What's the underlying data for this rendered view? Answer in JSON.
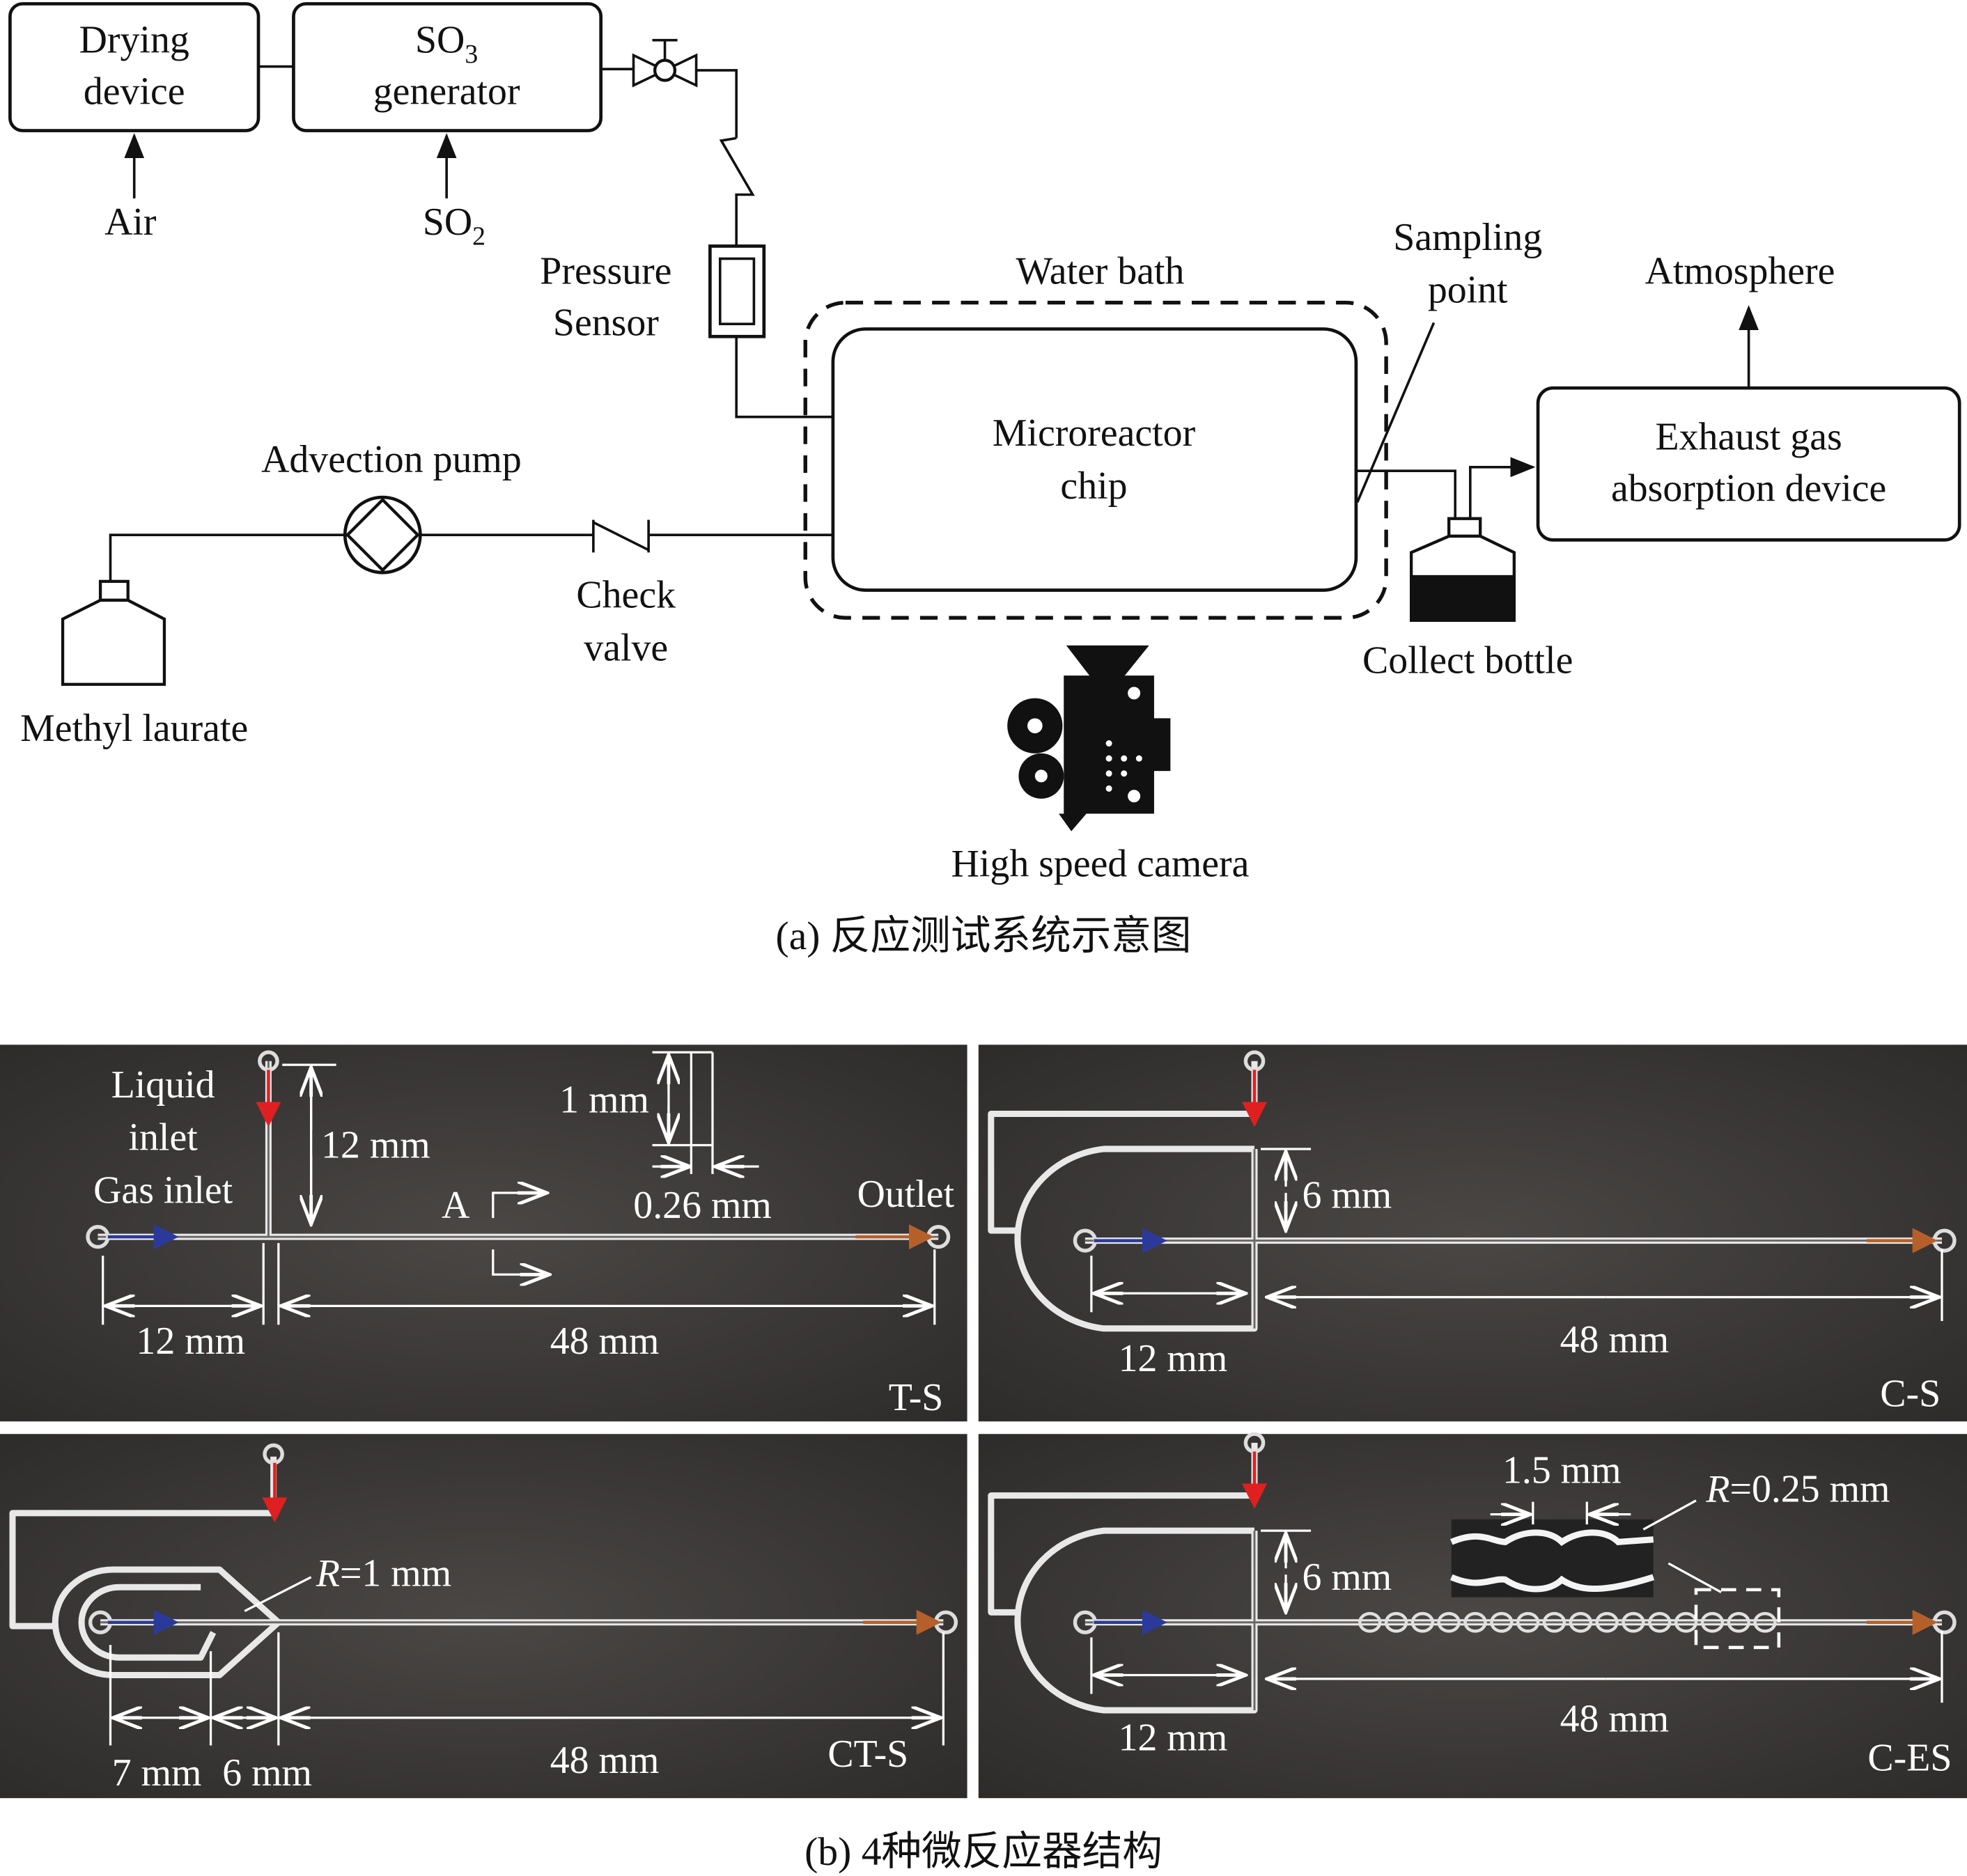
{
  "part_a": {
    "drying_device": [
      "Drying",
      "device"
    ],
    "so3_generator": {
      "so": "SO",
      "sub": "3",
      "line2": "generator"
    },
    "air": "Air",
    "so2": {
      "so": "SO",
      "sub": "2"
    },
    "pressure_sensor": [
      "Pressure",
      "Sensor"
    ],
    "water_bath": "Water bath",
    "microreactor": [
      "Microreactor",
      "chip"
    ],
    "sampling_point": [
      "Sampling",
      "point"
    ],
    "atmosphere": "Atmosphere",
    "exhaust": [
      "Exhaust gas",
      "absorption device"
    ],
    "advection_pump": "Advection pump",
    "check_valve": [
      "Check",
      "valve"
    ],
    "methyl_laurate": "Methyl laurate",
    "collect_bottle": "Collect bottle",
    "camera": "High speed camera",
    "caption": "(a) 反应测试系统示意图"
  },
  "part_b": {
    "ts": {
      "liquid_inlet": [
        "Liquid",
        "inlet"
      ],
      "gas_inlet": "Gas inlet",
      "outlet": "Outlet",
      "dim_12v": "12 mm",
      "dim_1": "1 mm",
      "dim_026": "0.26 mm",
      "section": "A",
      "dim_12": "12 mm",
      "dim_48": "48 mm",
      "name": "T-S"
    },
    "cs": {
      "dim_6": "6 mm",
      "dim_12": "12 mm",
      "dim_48": "48 mm",
      "name": "C-S"
    },
    "cts": {
      "radius": {
        "r": "R",
        "rest": "=1 mm"
      },
      "dim_7": "7 mm",
      "dim_6": "6 mm",
      "dim_48": "48 mm",
      "name": "CT-S"
    },
    "ces": {
      "dim_15": "1.5 mm",
      "radius": {
        "r": "R",
        "rest": "=0.25 mm"
      },
      "dim_6": "6 mm",
      "dim_12": "12 mm",
      "dim_48": "48 mm",
      "name": "C-ES"
    },
    "caption": "(b) 4种微反应器结构"
  },
  "colors": {
    "gas_arrow": "#2b3a9a",
    "liquid_arrow": "#e02020",
    "outlet_arrow": "#b5602a",
    "panel_bg": "#3b3837"
  }
}
